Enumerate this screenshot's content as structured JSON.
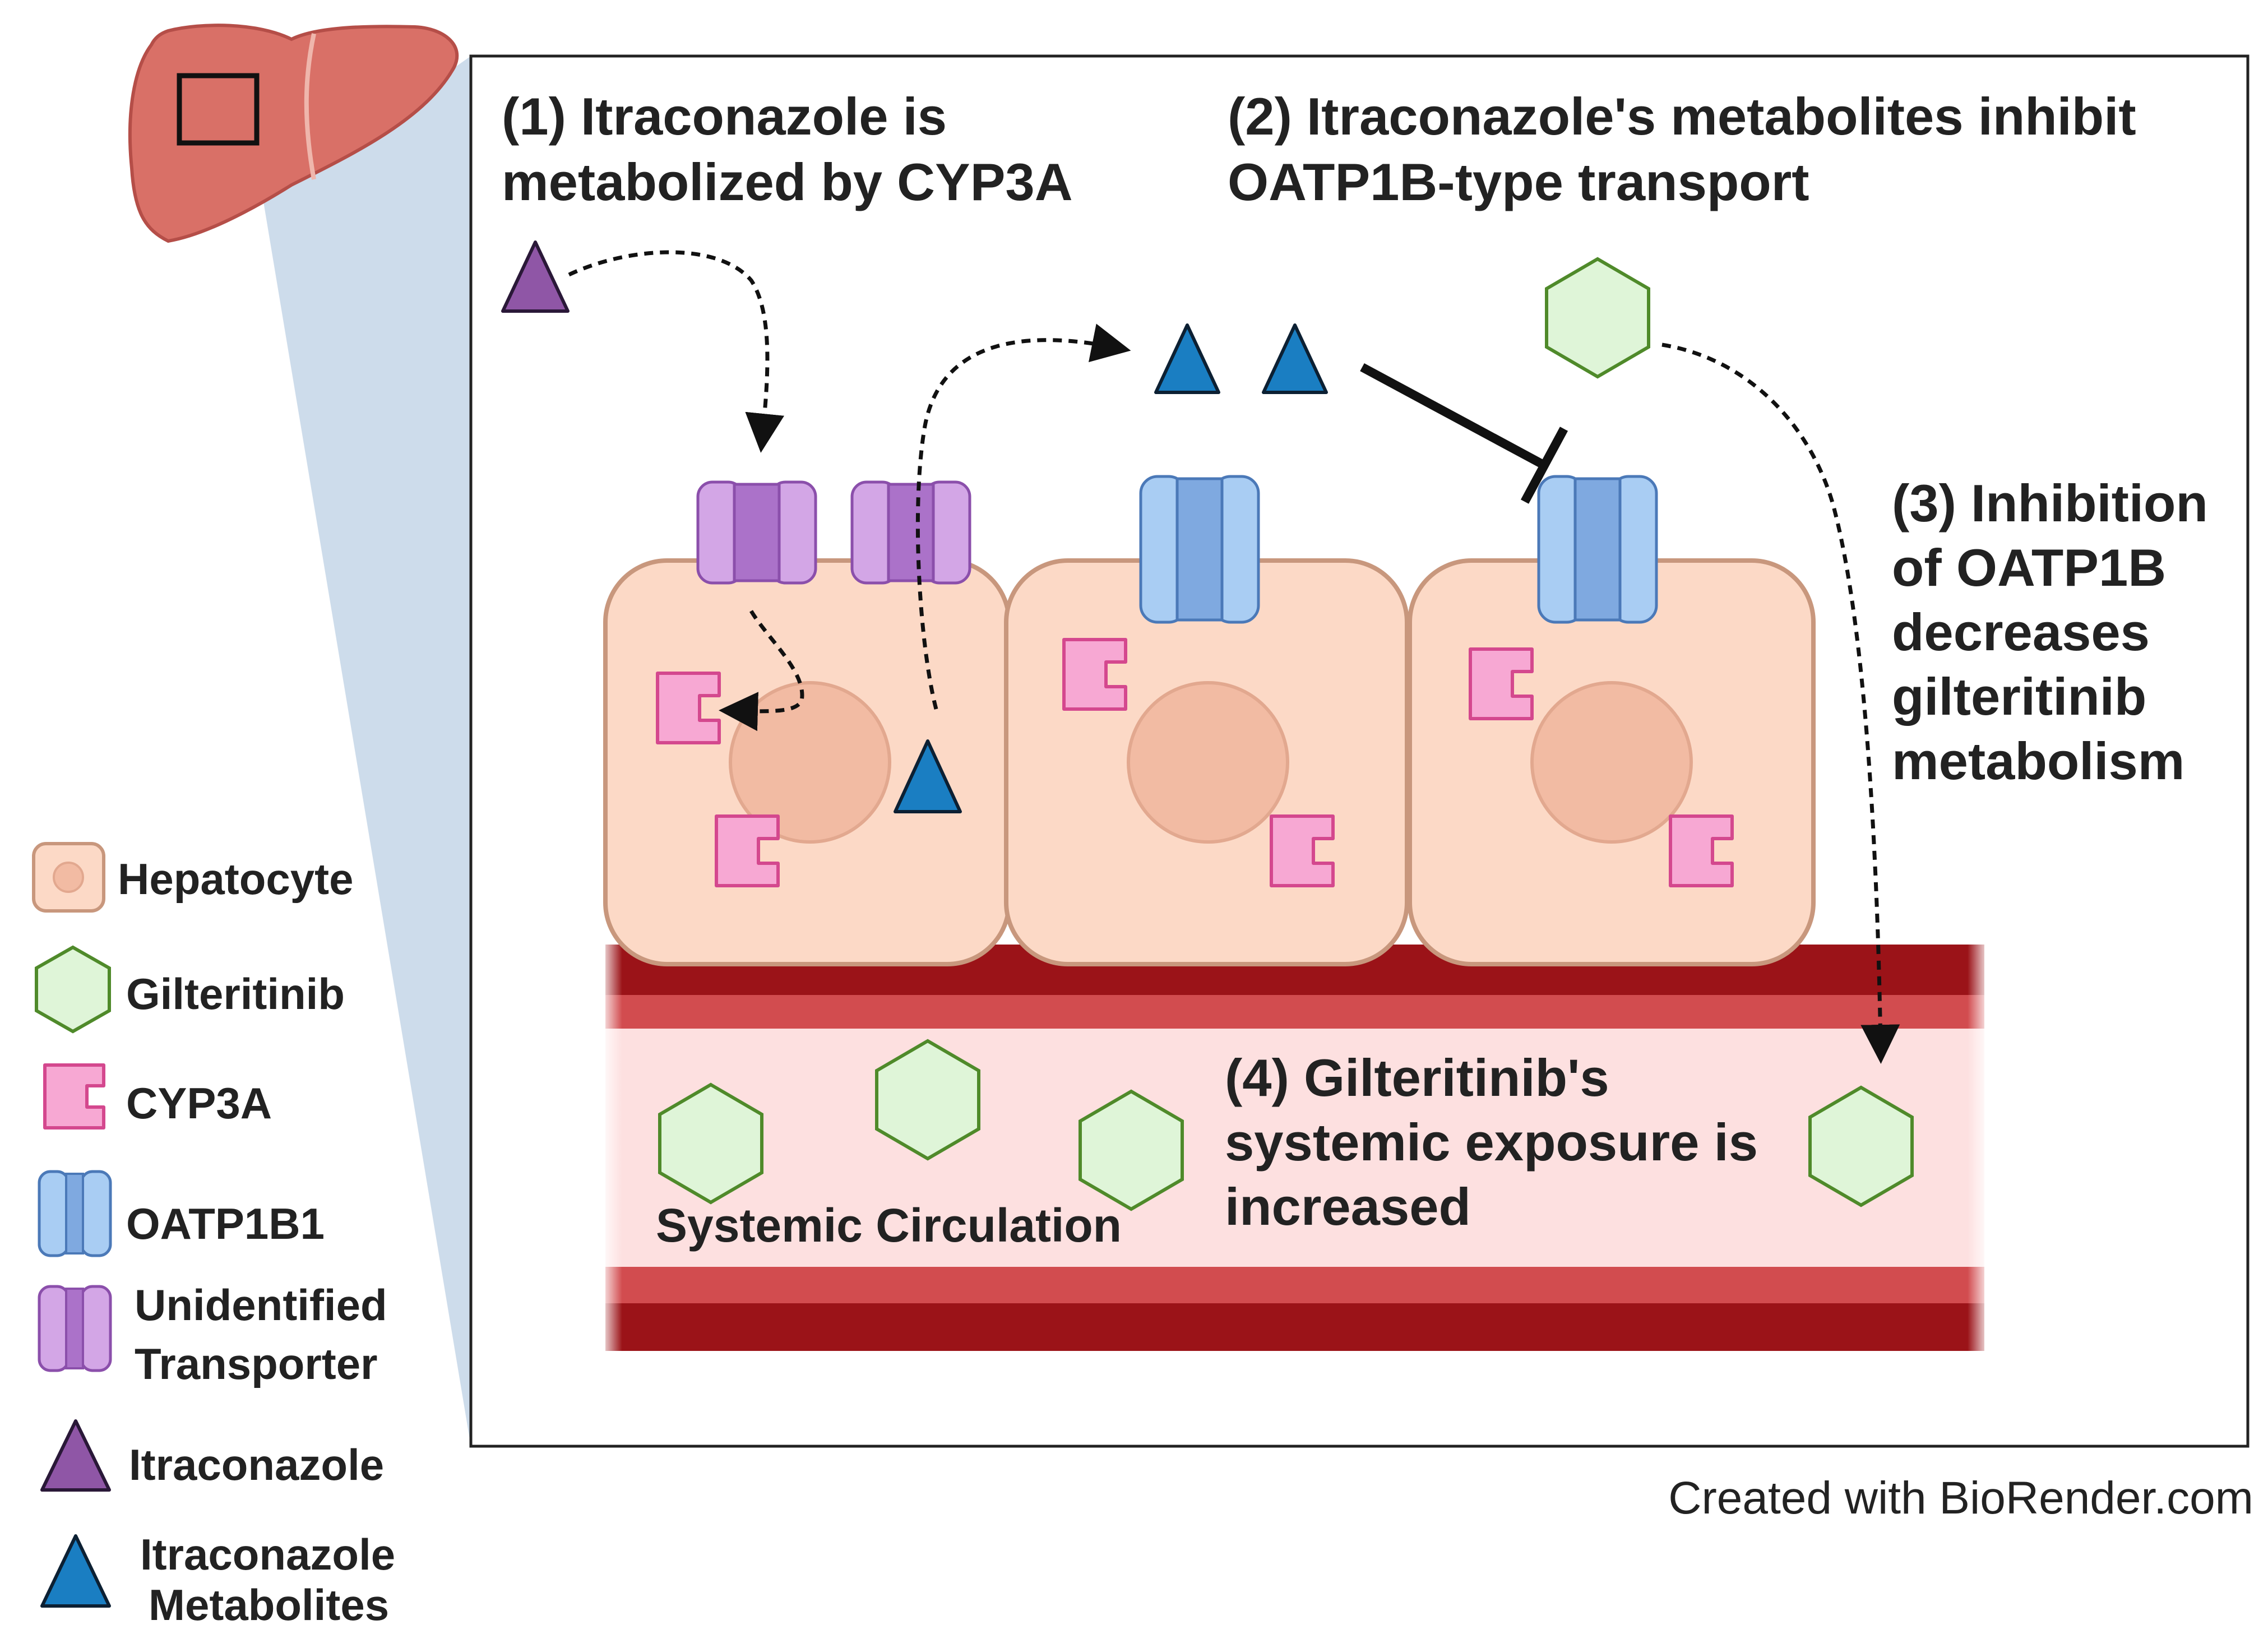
{
  "steps": {
    "step1": [
      "(1) Itraconazole is",
      "metabolized by CYP3A"
    ],
    "step2": [
      "(2) Itraconazole's metabolites inhibit",
      "OATP1B-type transport"
    ],
    "step3": [
      "(3) Inhibition",
      "of OATP1B",
      "decreases",
      "gilteritinib",
      "metabolism"
    ],
    "step4": [
      "(4) Gilteritinib's",
      "systemic exposure is",
      "increased"
    ]
  },
  "vessel_label": "Systemic Circulation",
  "credit": "Created with BioRender.com",
  "legend": {
    "hepatocyte": "Hepatocyte",
    "gilteritinib": "Gilteritinib",
    "cyp3a": "CYP3A",
    "oatp1b1": "OATP1B1",
    "unidentified": [
      "Unidentified",
      "Transporter"
    ],
    "itraconazole": "Itraconazole",
    "metabolites": [
      "Itraconazole",
      "Metabolites"
    ]
  },
  "colors": {
    "hepatocyte_fill": "#fcd9c6",
    "hepatocyte_stroke": "#c8977d",
    "gilteritinib_fill": "#dff5d8",
    "gilteritinib_stroke": "#4f8a2a",
    "cyp3a_fill": "#f7a8d3",
    "cyp3a_stroke": "#d4488e",
    "oatp_fill": "#9fc4ef",
    "unidentified_fill": "#c99be0",
    "itraconazole": "#8f56a6",
    "metabolite": "#1a7ec2",
    "vessel_wall": "#9b1318",
    "vessel_lumen": "#fde0e0"
  },
  "icons": [
    "liver-icon",
    "inhibition-arrow-icon",
    "dashed-arrow-icon"
  ]
}
